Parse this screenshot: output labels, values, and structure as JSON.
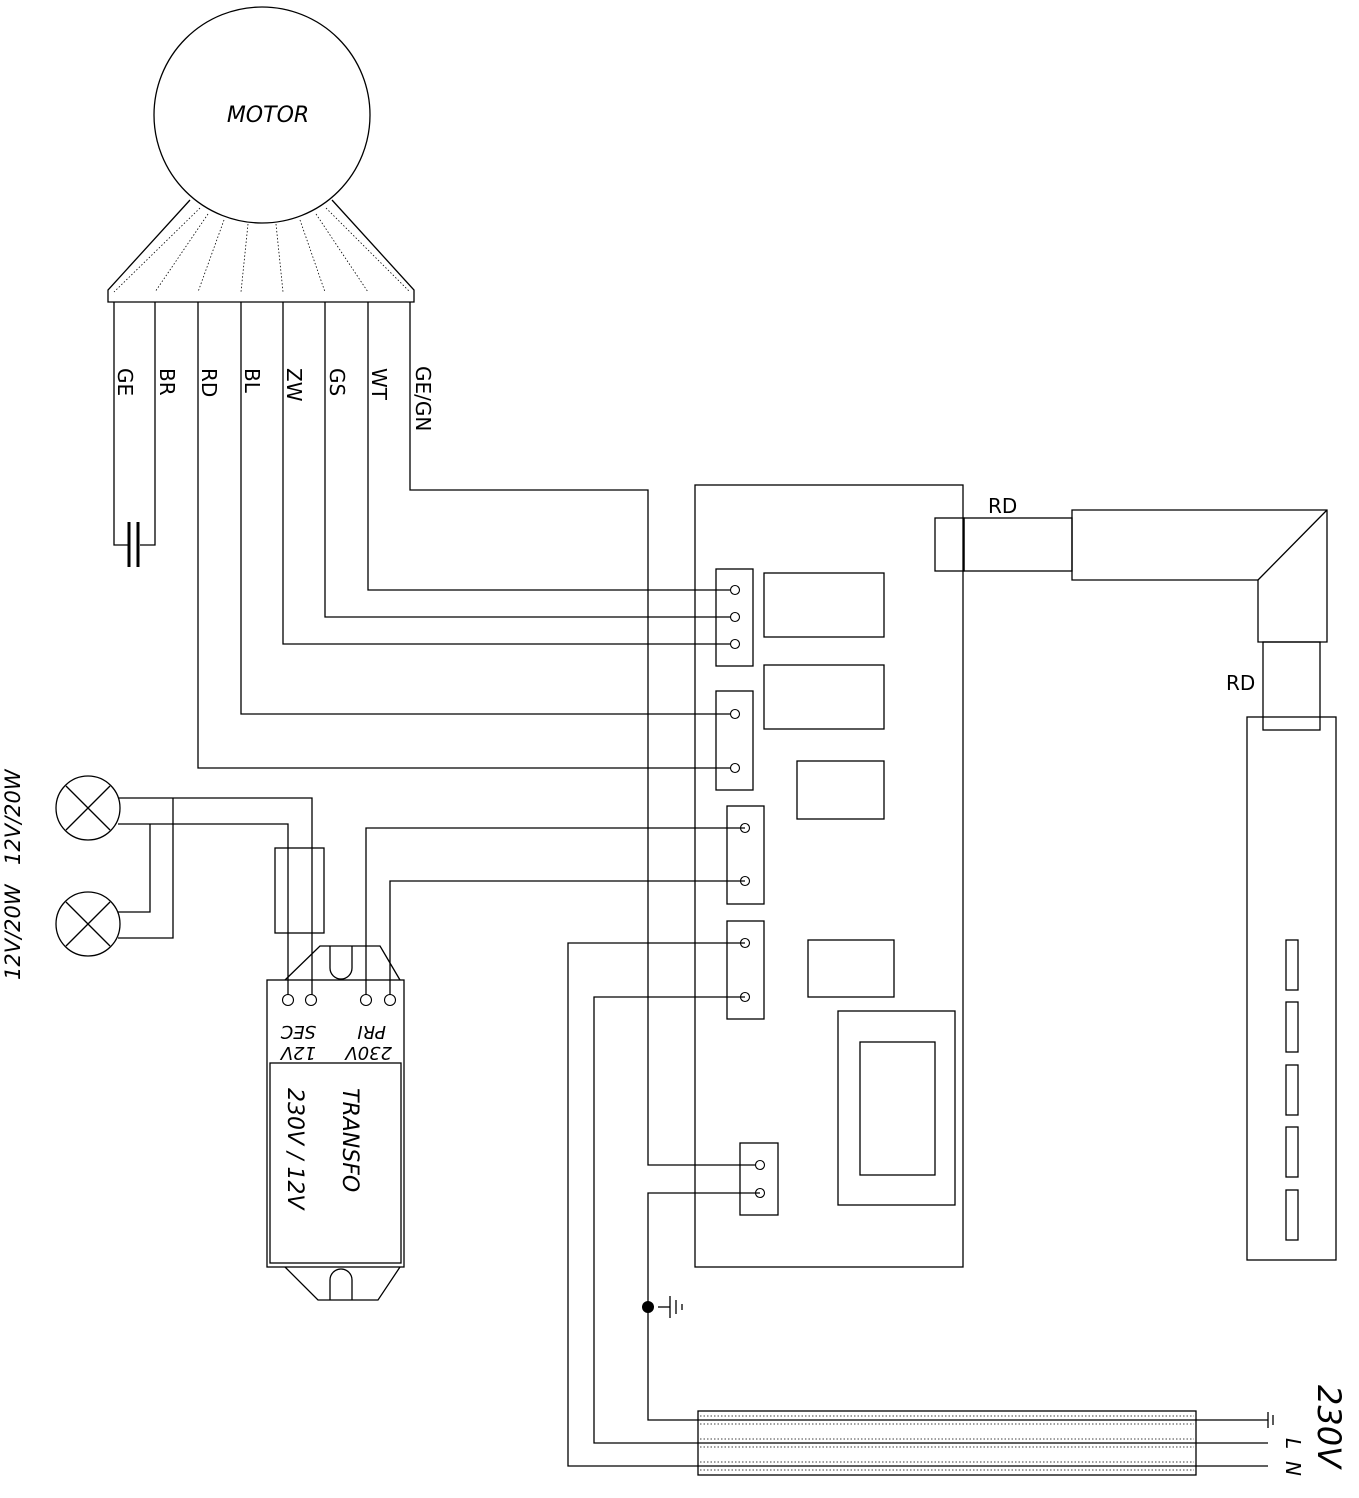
{
  "motor": {
    "label": "MOTOR"
  },
  "wires": [
    "GE",
    "BR",
    "RD",
    "BL",
    "ZW",
    "GS",
    "WT",
    "GE/GN"
  ],
  "lamps": {
    "top_label": "12V/20W",
    "bottom_label": "12V/20W"
  },
  "transformer": {
    "primary_label_1": "230V",
    "primary_label_2": "PRI",
    "secondary_label_1": "12V",
    "secondary_label_2": "SEC",
    "title": "TRANSFO",
    "rating": "230V / 12V"
  },
  "sensor": {
    "top_wire_label": "RD",
    "side_wire_label": "RD"
  },
  "supply": {
    "voltage": "230V",
    "line_label": "L",
    "neutral_label": "N"
  }
}
